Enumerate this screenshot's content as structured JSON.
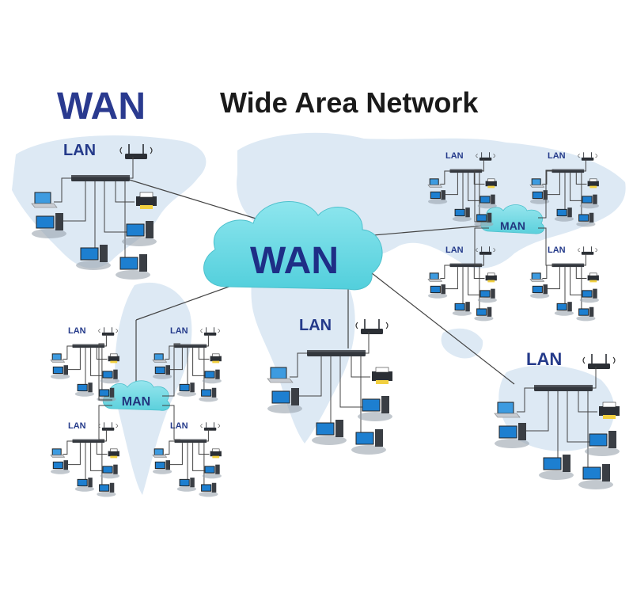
{
  "header": {
    "wan_label": "WAN",
    "title": "Wide Area Network"
  },
  "cloud": {
    "label": "WAN"
  },
  "man_label": "MAN",
  "lan_label": "LAN",
  "colors": {
    "wan_text": "#2a3a8f",
    "title_text": "#1a1a1a",
    "cloud_fill": "#66d9e3",
    "cloud_text": "#1e2e86",
    "map_fill": "#dde9f4",
    "wire": "#444444",
    "switch": "#33373d",
    "monitor": "#1d7fd0",
    "man_fill": "#6fd8e2"
  },
  "icons": [
    "router-icon",
    "switch-icon",
    "printer-icon",
    "laptop-icon",
    "desktop-icon",
    "cloud-icon"
  ]
}
